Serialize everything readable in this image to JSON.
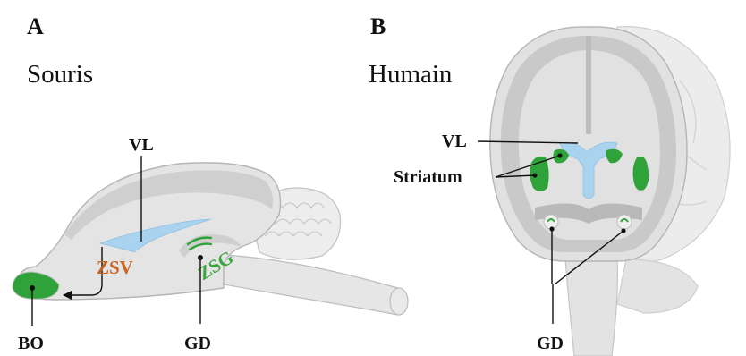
{
  "panels": {
    "a": {
      "letter": "A",
      "species": "Souris",
      "labels": {
        "vl": "VL",
        "zsv": "ZSV",
        "zsg": "ZSG",
        "bo": "BO",
        "gd": "GD"
      }
    },
    "b": {
      "letter": "B",
      "species": "Humain",
      "labels": {
        "vl": "VL",
        "striatum": "Striatum",
        "gd": "GD"
      }
    }
  },
  "colors": {
    "ventricle": "#a9d3ee",
    "neurogenic_green": "#2fa33a",
    "zsv_orange": "#c8641e",
    "tissue_light": "#e4e4e4",
    "tissue_mid": "#cfcfcf",
    "outline": "#b5b5b5"
  }
}
